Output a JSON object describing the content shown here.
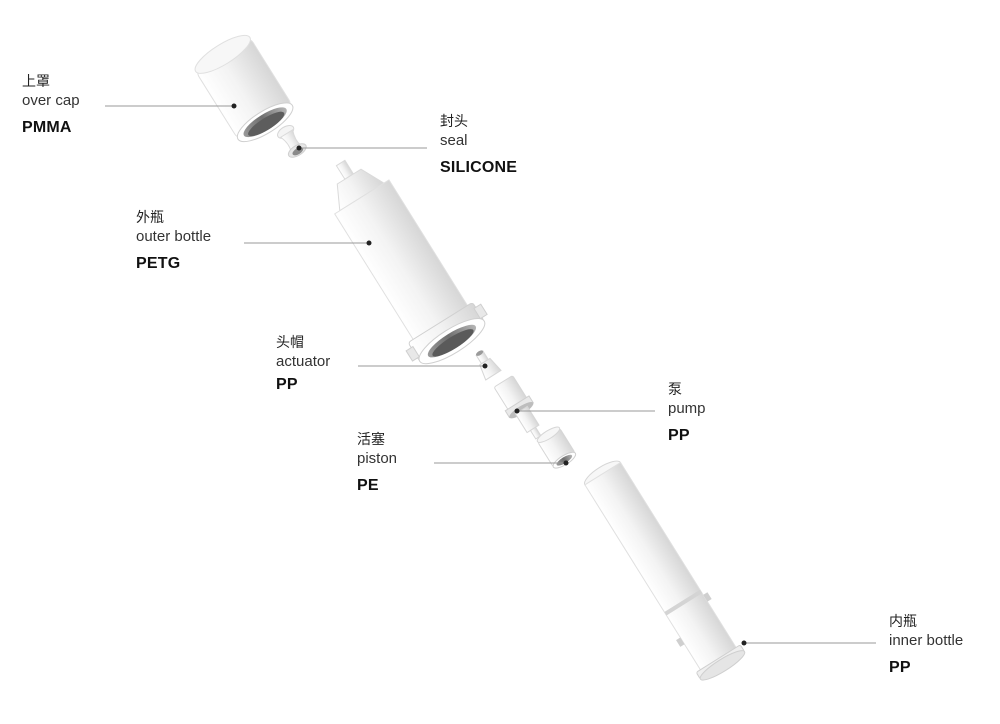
{
  "parts": [
    {
      "id": "over-cap",
      "cn": "上罩",
      "en": "over cap",
      "material": "PMMA"
    },
    {
      "id": "seal",
      "cn": "封头",
      "en": "seal",
      "material": "SILICONE"
    },
    {
      "id": "outer-bottle",
      "cn": "外瓶",
      "en": "outer bottle",
      "material": "PETG"
    },
    {
      "id": "actuator",
      "cn": "头帽",
      "en": "actuator",
      "material": "PP"
    },
    {
      "id": "pump",
      "cn": "泵",
      "en": "pump",
      "material": "PP"
    },
    {
      "id": "piston",
      "cn": "活塞",
      "en": "piston",
      "material": "PE"
    },
    {
      "id": "inner-bottle",
      "cn": "内瓶",
      "en": "inner bottle",
      "material": "PP"
    }
  ],
  "colors": {
    "part_fill": "#f2f2f2",
    "part_shade": "#d9d9d9",
    "part_dark": "#7a7a7a",
    "leader_line": "#999999",
    "leader_dot": "#222222"
  }
}
